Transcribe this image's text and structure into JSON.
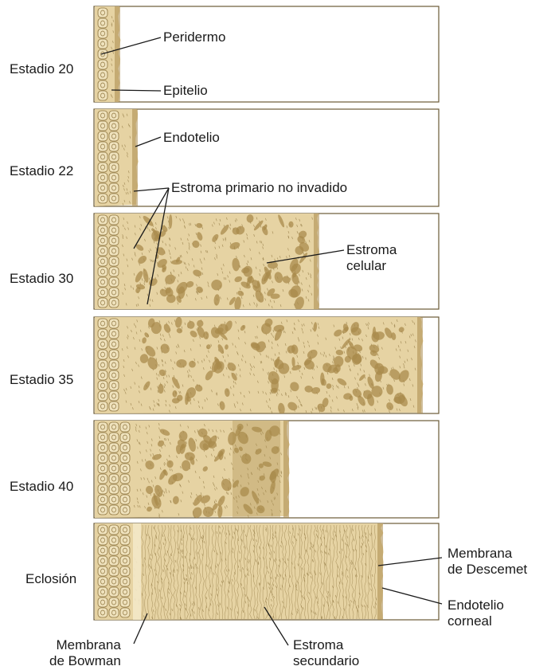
{
  "colors": {
    "tissue": "#e6d3a3",
    "tissue_light": "#f3e8c8",
    "cell_fill": "#efe2bd",
    "dark": "#a98b4c",
    "edge": "#8f7640",
    "line": "#1a1a1a",
    "panel_border": "#6b5a36"
  },
  "stages": [
    {
      "label": "Estadio 20"
    },
    {
      "label": "Estadio 22"
    },
    {
      "label": "Estadio 30"
    },
    {
      "label": "Estadio 35"
    },
    {
      "label": "Estadio 40"
    },
    {
      "label": "Eclosión"
    }
  ],
  "annotations": {
    "peridermo": "Peridermo",
    "epitelio": "Epitelio",
    "endotelio": "Endotelio",
    "estroma_primario": "Estroma primario no invadido",
    "estroma_celular": [
      "Estroma",
      "celular"
    ],
    "membrana_descemet": [
      "Membrana",
      "de Descemet"
    ],
    "endotelio_corneal": [
      "Endotelio",
      "corneal"
    ],
    "membrana_bowman": [
      "Membrana",
      "de Bowman"
    ],
    "estroma_secundario": [
      "Estroma",
      "secundario"
    ]
  }
}
